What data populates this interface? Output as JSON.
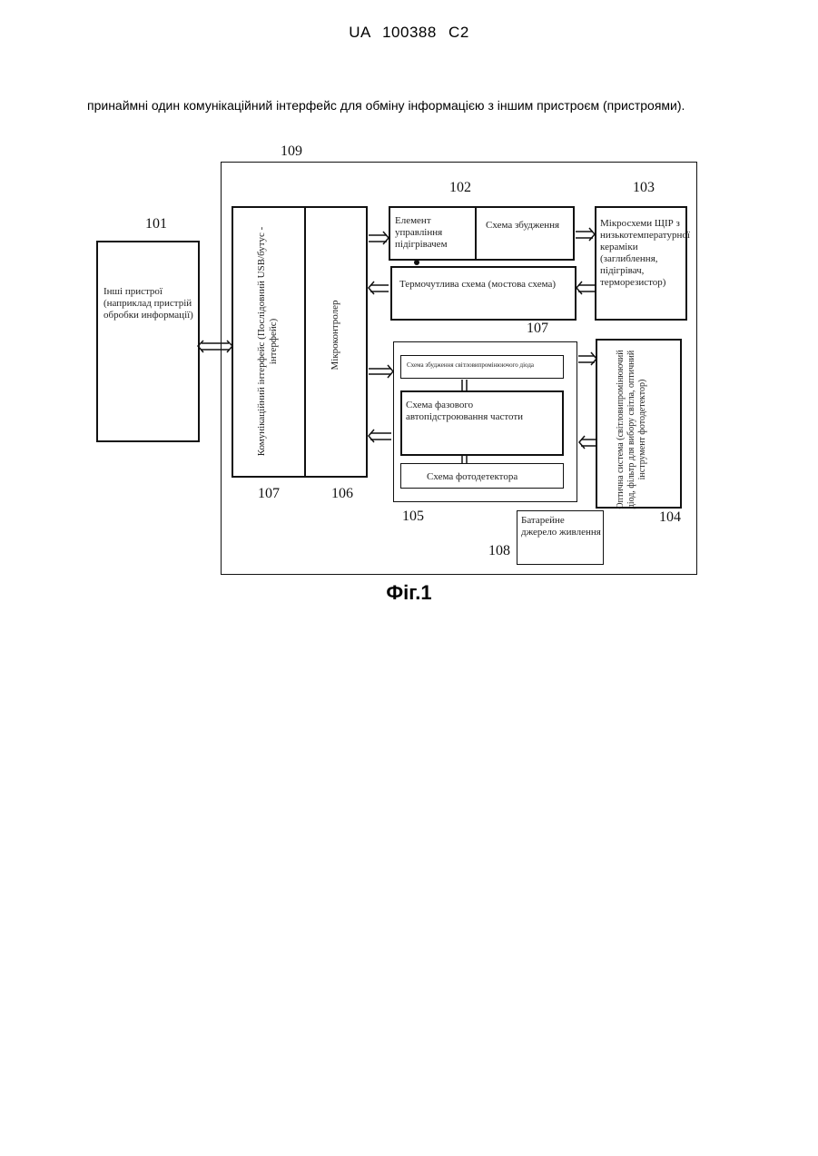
{
  "header": {
    "doc_id": "UA   100388   C2"
  },
  "paragraph": "принаймні один комунікаційний інтерфейс для обміну інформацією з іншим пристроєм (пристроями).",
  "figure": {
    "caption": "Фіг.1",
    "numbers": {
      "n109": "109",
      "n101": "101",
      "n102": "102",
      "n103": "103",
      "n107a": "107",
      "n107b": "107",
      "n106": "106",
      "n105": "105",
      "n104": "104",
      "n108": "108"
    },
    "boxes": {
      "other_device": "Інші пристрої (наприклад пристрій обробки информації)",
      "comm_interface": "Комунікаційний інтерфейс (Послідовний USB/бутус - інтерфейс)",
      "microcontroller": "Мікроконтролер",
      "heater_control": "Елемент управління підігрівачем",
      "excitation": "Схема збудження",
      "microcircuits": "Мікросхеми ЩІР з низькотемпературної кераміки (заглиблення, підігрівач, терморезистор)",
      "thermo_circuit": "Термочутлива схема (мостова схема)",
      "semiconductor_excitation": "Схема збудження світловипромінюючого діода",
      "pll": "Схема фазового автопідстроювання частоти",
      "photodetector": "Схема фотодетектора",
      "optical_system": "Оптична система (світловипромінюючий діод, фільтр для вибору світла, оптичний інструмент фотодетектор)",
      "battery": "Батарейне джерело живлення"
    }
  }
}
